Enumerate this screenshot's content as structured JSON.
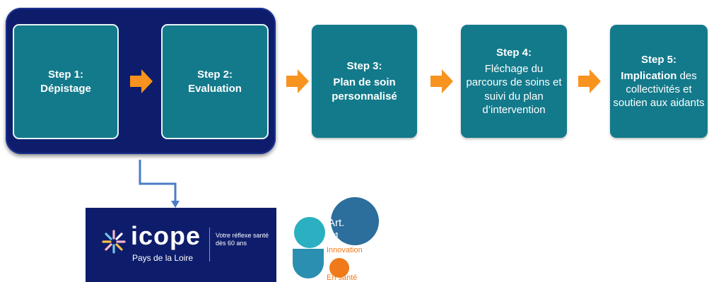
{
  "steps": [
    {
      "title": "Step 1:",
      "body": "Dépistage"
    },
    {
      "title": "Step 2:",
      "body": "Evaluation"
    },
    {
      "title": "Step 3:",
      "body": "Plan de soin personnalisé"
    },
    {
      "title": "Step 4:",
      "body": "Fléchage du parcours de soins et suivi du plan d’intervention"
    },
    {
      "title": "Step 5:",
      "body_bold": "Implication",
      "body_rest": " des collectivités et soutien aux aidants"
    }
  ],
  "icope_logo": {
    "wordmark": "icope",
    "region": "Pays de la Loire",
    "tagline": "Votre réflexe santé dès 60 ans"
  },
  "art51_logo": {
    "label": "Art.",
    "number": "51",
    "line1": "Innovation",
    "line2": "En santé"
  },
  "colors": {
    "navy": "#0e1d6b",
    "teal": "#137a8b",
    "arrow_orange": "#f7931e",
    "connector_blue": "#4a7cc7"
  }
}
